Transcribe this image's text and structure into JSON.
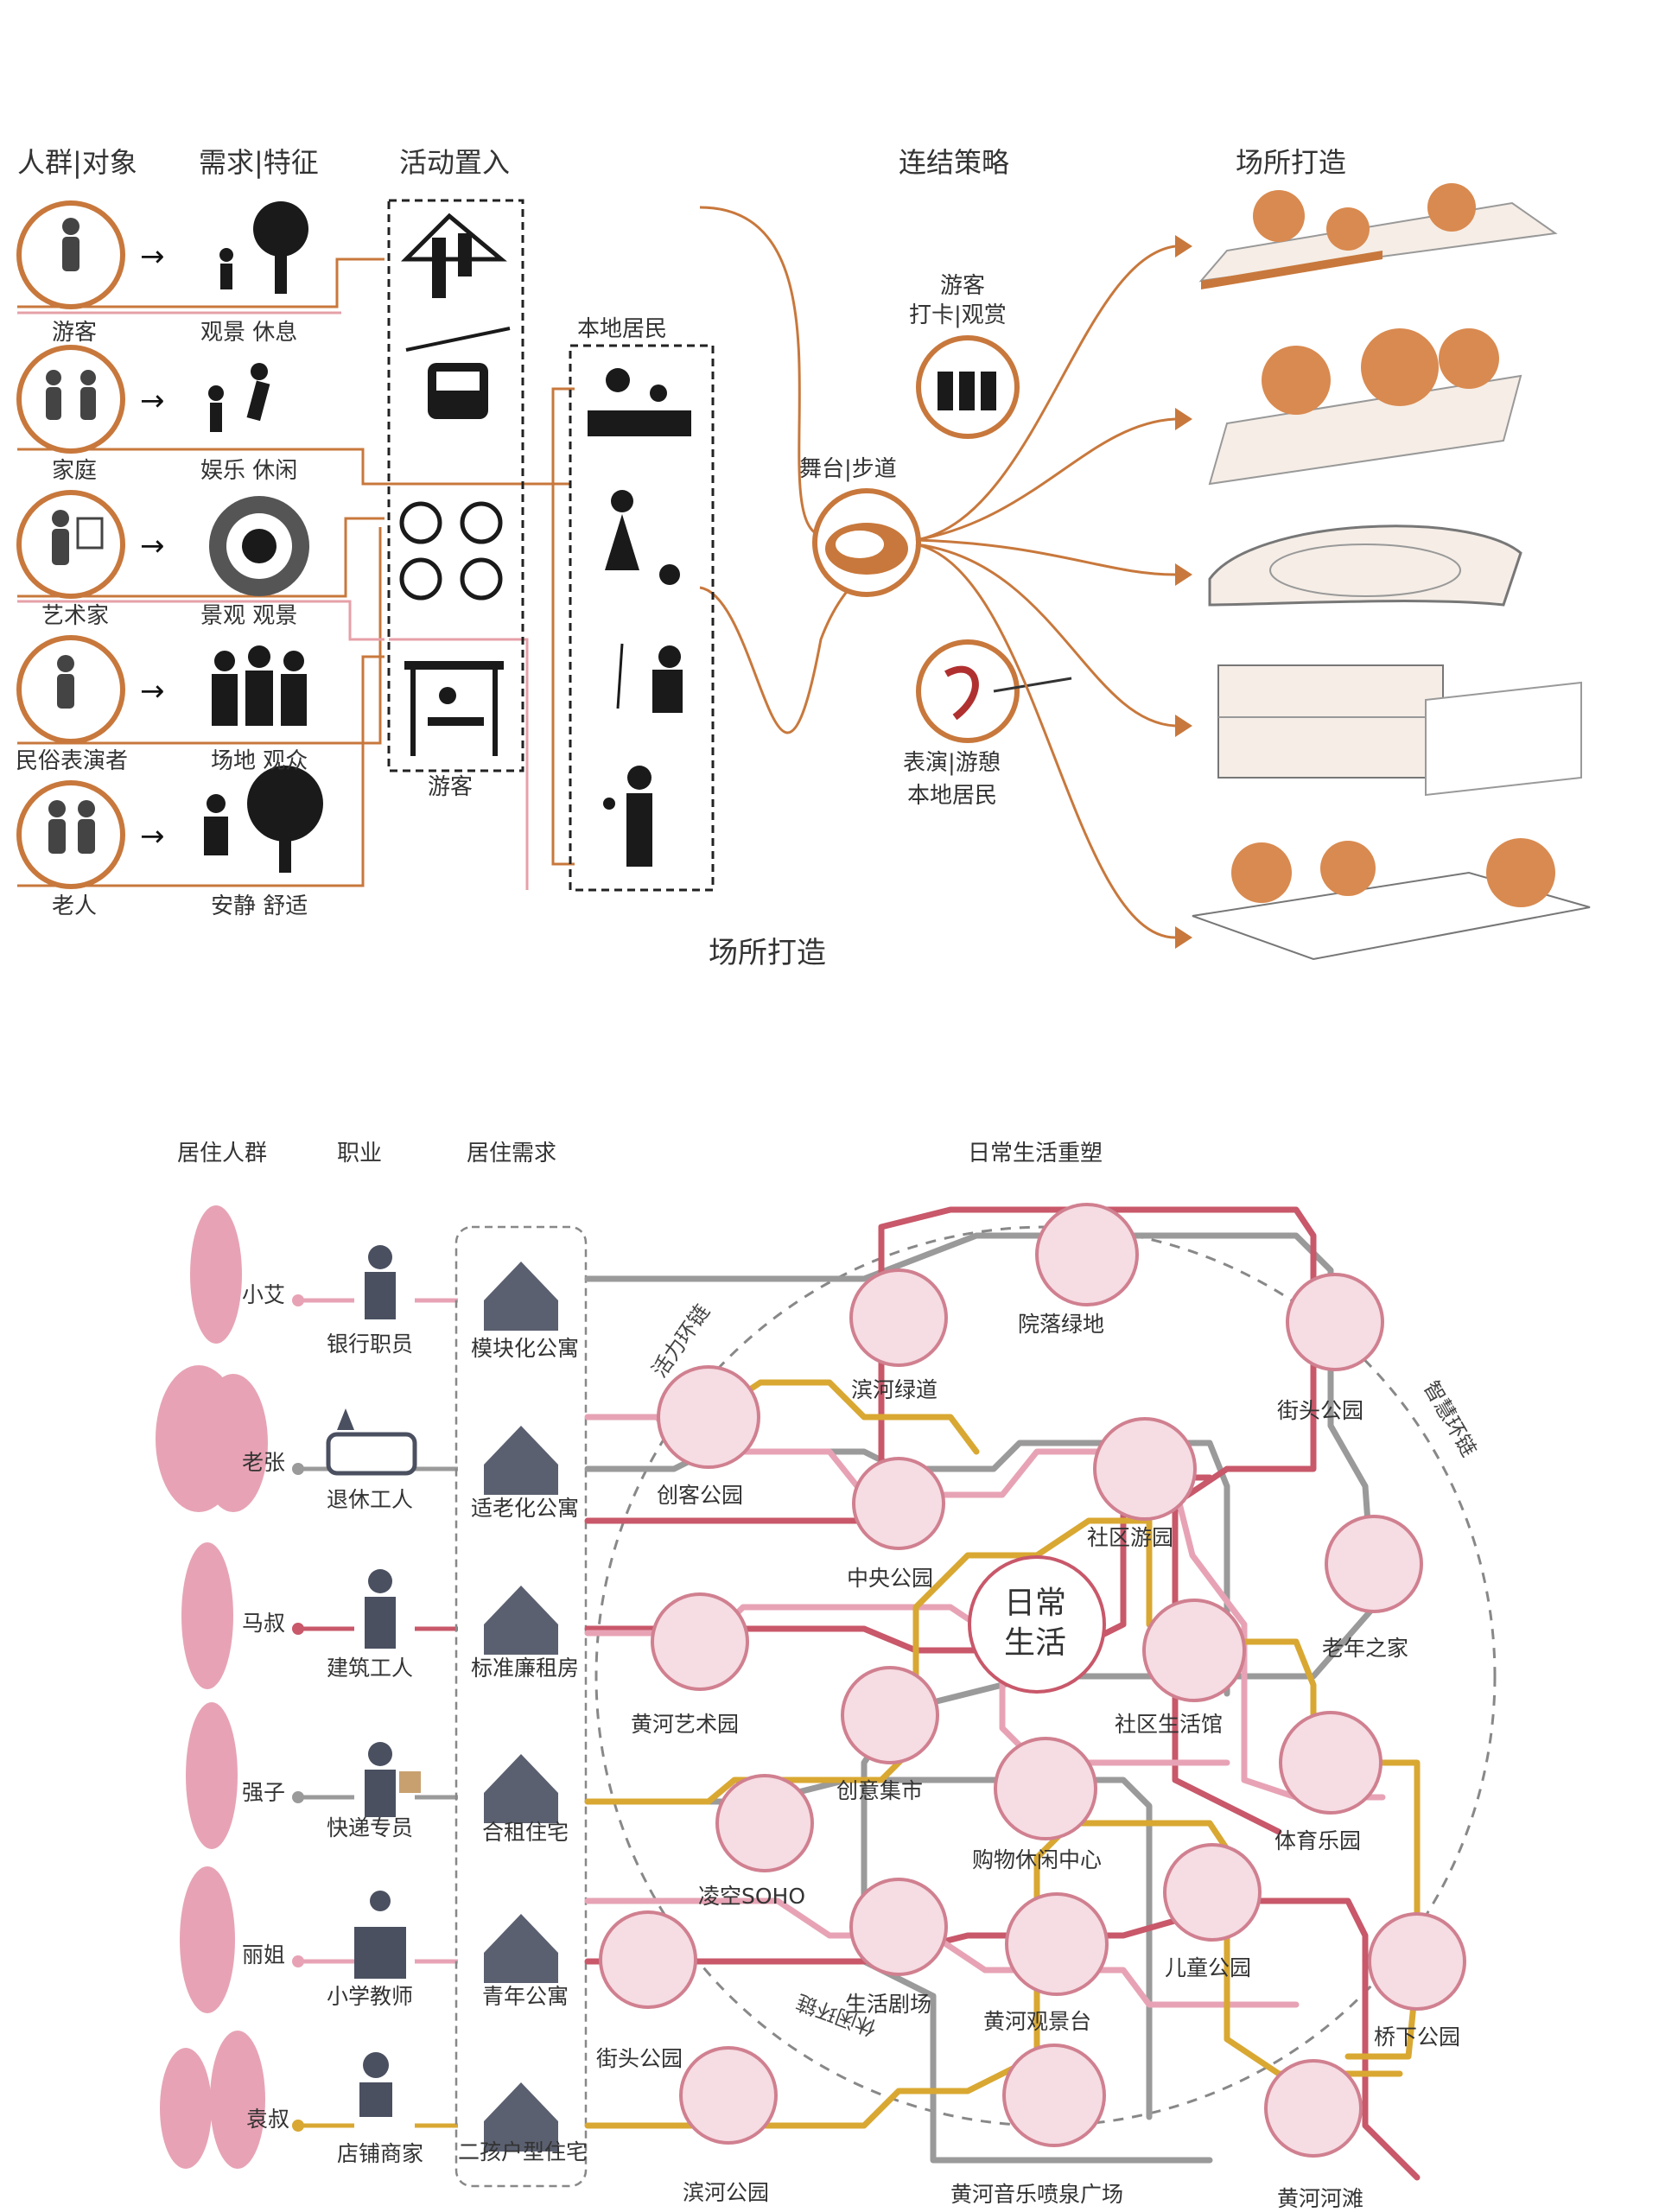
{
  "top": {
    "headers": {
      "crowd": "人群|对象",
      "needs": "需求|特征",
      "activity": "活动置入",
      "strategy": "连结策略",
      "places": "场所打造"
    },
    "crowd": [
      "游客",
      "家庭",
      "艺术家",
      "民俗表演者",
      "老人"
    ],
    "needs": [
      "观景 休息",
      "娱乐 休闲",
      "景观 观景",
      "场地 观众",
      "安静 舒适"
    ],
    "activity_group_label": "游客",
    "residents_group_label": "本地居民",
    "strategy_nodes": {
      "tourist_title": "游客",
      "tourist_sub": "打卡|观赏",
      "stage": "舞台|步道",
      "perform": "表演|游憩",
      "perform_sub": "本地居民"
    },
    "bottom_title": "场所打造",
    "colors": {
      "brown": "#c8783c",
      "dark": "#1a1a1a",
      "pink": "#e6a0a8"
    }
  },
  "bottom": {
    "headers": {
      "residents": "居住人群",
      "job": "职业",
      "housing": "居住需求",
      "life": "日常生活重塑"
    },
    "people": [
      "小艾",
      "老张",
      "马叔",
      "强子",
      "丽姐",
      "袁叔"
    ],
    "jobs": [
      "银行职员",
      "退休工人",
      "建筑工人",
      "快递专员",
      "小学教师",
      "店铺商家"
    ],
    "housing": [
      "模块化公寓",
      "适老化公寓",
      "标准廉租房",
      "合租住宅",
      "青年公寓",
      "二孩户型住宅"
    ],
    "center_line1": "日常",
    "center_line2": "生活",
    "ring_labels": {
      "vitality": "活力环链",
      "wisdom": "智慧环链",
      "leisure": "休闲环链"
    },
    "places": [
      "院落绿地",
      "滨河绿道",
      "街头公园",
      "创客公园",
      "社区游园",
      "中央公园",
      "老年之家",
      "黄河艺术园",
      "社区生活馆",
      "创意集市",
      "体育乐园",
      "购物休闲中心",
      "凌空SOHO",
      "儿童公园",
      "桥下公园",
      "生活剧场",
      "黄河观景台",
      "街头公园",
      "滨河公园",
      "黄河音乐喷泉广场",
      "黄河河滩"
    ],
    "colors": {
      "pink": "#e7a3b5",
      "red": "#c8586a",
      "grey": "#9a9a9a",
      "gold": "#d9a832"
    }
  }
}
